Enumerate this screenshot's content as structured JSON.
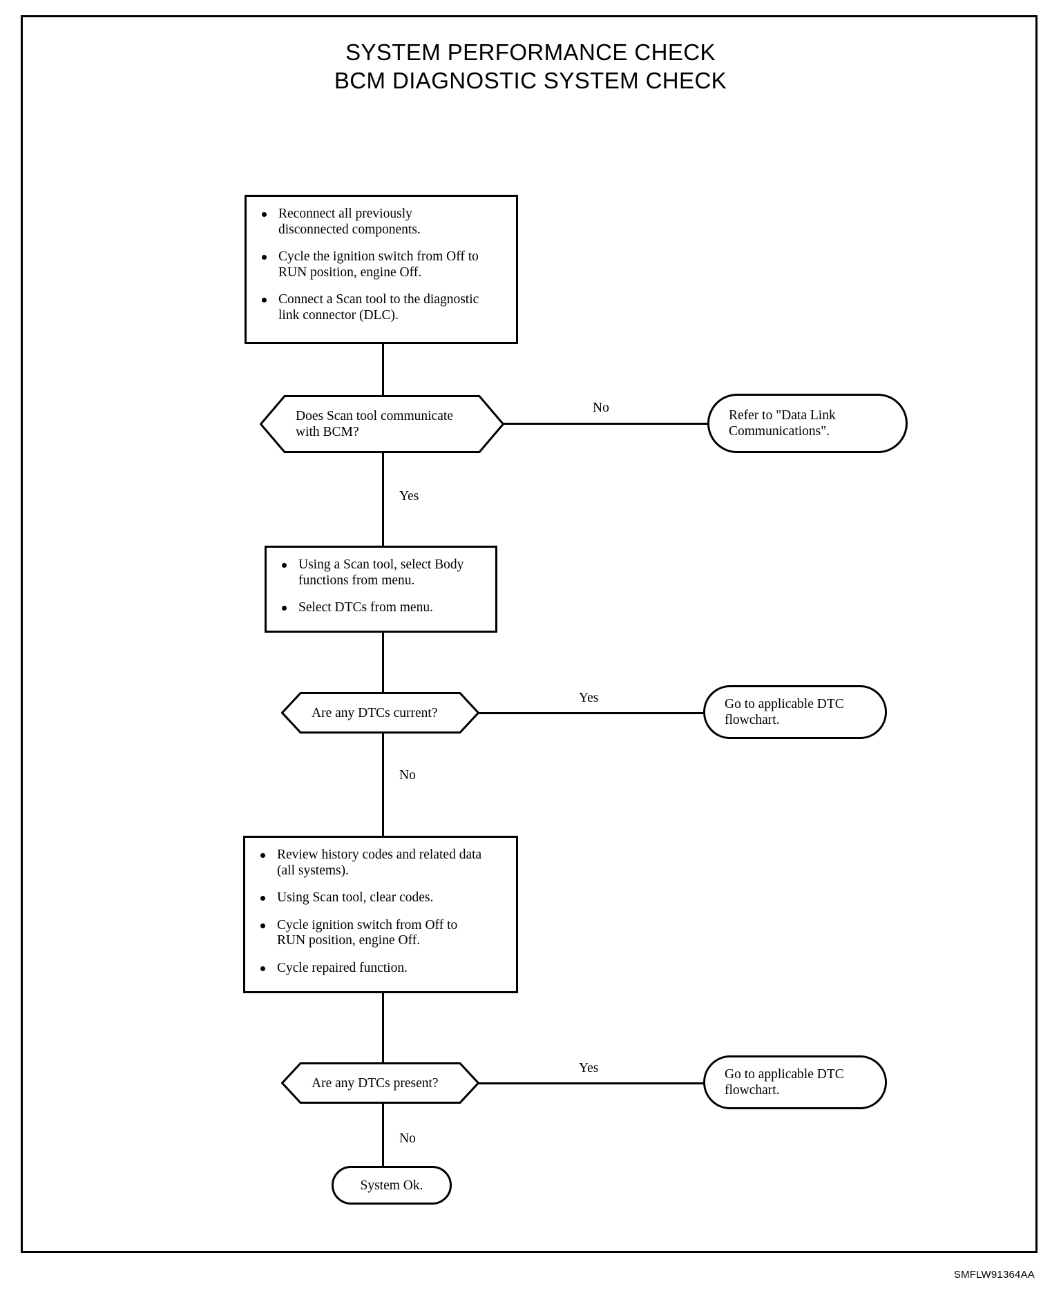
{
  "document": {
    "title_line1": "SYSTEM PERFORMANCE CHECK",
    "title_line2": "BCM DIAGNOSTIC SYSTEM CHECK",
    "footer_code": "SMFLW91364AA"
  },
  "chart_data": {
    "type": "flowchart",
    "title": "SYSTEM PERFORMANCE CHECK / BCM DIAGNOSTIC SYSTEM CHECK",
    "orientation": "top-to-bottom",
    "nodes": [
      {
        "id": "process-1",
        "shape": "rectangle",
        "bullets": [
          "Reconnect all previously disconnected components.",
          "Cycle the ignition switch from Off to RUN position, engine Off.",
          "Connect a Scan tool to the diagnostic link connector (DLC)."
        ]
      },
      {
        "id": "decision-1",
        "shape": "hexagon",
        "text": "Does Scan tool communicate with BCM?"
      },
      {
        "id": "terminator-1",
        "shape": "stadium",
        "text": "Refer to \"Data Link Communications\"."
      },
      {
        "id": "process-2",
        "shape": "rectangle",
        "bullets": [
          "Using a Scan tool, select Body functions from menu.",
          "Select DTCs from menu."
        ]
      },
      {
        "id": "decision-2",
        "shape": "hexagon",
        "text": "Are any DTCs current?"
      },
      {
        "id": "terminator-2",
        "shape": "stadium",
        "text": "Go to applicable DTC flowchart."
      },
      {
        "id": "process-3",
        "shape": "rectangle",
        "bullets": [
          "Review history codes and related data (all systems).",
          "Using Scan tool, clear codes.",
          "Cycle ignition switch from Off to RUN position, engine Off.",
          "Cycle repaired function."
        ]
      },
      {
        "id": "decision-3",
        "shape": "hexagon",
        "text": "Are any DTCs present?"
      },
      {
        "id": "terminator-3",
        "shape": "stadium",
        "text": "Go to applicable DTC flowchart."
      },
      {
        "id": "terminator-4",
        "shape": "stadium",
        "text": "System Ok."
      }
    ],
    "edges": [
      {
        "from": "process-1",
        "to": "decision-1",
        "label": ""
      },
      {
        "from": "decision-1",
        "to": "terminator-1",
        "label": "No"
      },
      {
        "from": "decision-1",
        "to": "process-2",
        "label": "Yes"
      },
      {
        "from": "process-2",
        "to": "decision-2",
        "label": ""
      },
      {
        "from": "decision-2",
        "to": "terminator-2",
        "label": "Yes"
      },
      {
        "from": "decision-2",
        "to": "process-3",
        "label": "No"
      },
      {
        "from": "process-3",
        "to": "decision-3",
        "label": ""
      },
      {
        "from": "decision-3",
        "to": "terminator-3",
        "label": "Yes"
      },
      {
        "from": "decision-3",
        "to": "terminator-4",
        "label": "No"
      }
    ]
  },
  "flow": {
    "process1": {
      "bullet1_line1": "Reconnect all previously",
      "bullet1_line2": "disconnected components.",
      "bullet2_line1": "Cycle the ignition switch from Off to",
      "bullet2_line2": "RUN position, engine Off.",
      "bullet3_line1": "Connect a Scan tool to the diagnostic",
      "bullet3_line2": "link connector (DLC)."
    },
    "decision1": {
      "line1": "Does Scan tool communicate",
      "line2": "with BCM?"
    },
    "terminator1": {
      "line1": "Refer to \"Data Link",
      "line2": "Communications\"."
    },
    "process2": {
      "bullet1_line1": "Using a Scan tool, select Body",
      "bullet1_line2": "functions from menu.",
      "bullet2_line1": "Select DTCs from menu."
    },
    "decision2": {
      "line1": "Are any DTCs current?"
    },
    "terminator2": {
      "line1": "Go to applicable DTC",
      "line2": "flowchart."
    },
    "process3": {
      "bullet1_line1": "Review history codes and related data",
      "bullet1_line2": "(all systems).",
      "bullet2_line1": "Using Scan tool, clear codes.",
      "bullet3_line1": "Cycle ignition switch from Off to",
      "bullet3_line2": "RUN position, engine Off.",
      "bullet4_line1": "Cycle repaired function."
    },
    "decision3": {
      "line1": "Are any DTCs present?"
    },
    "terminator3": {
      "line1": "Go to applicable DTC",
      "line2": "flowchart."
    },
    "terminator4": {
      "line1": "System Ok."
    },
    "labels": {
      "no1": "No",
      "yes1": "Yes",
      "yes2": "Yes",
      "no2": "No",
      "yes3": "Yes",
      "no3": "No"
    }
  },
  "colors": {
    "ink": "#000000",
    "paper": "#ffffff"
  }
}
